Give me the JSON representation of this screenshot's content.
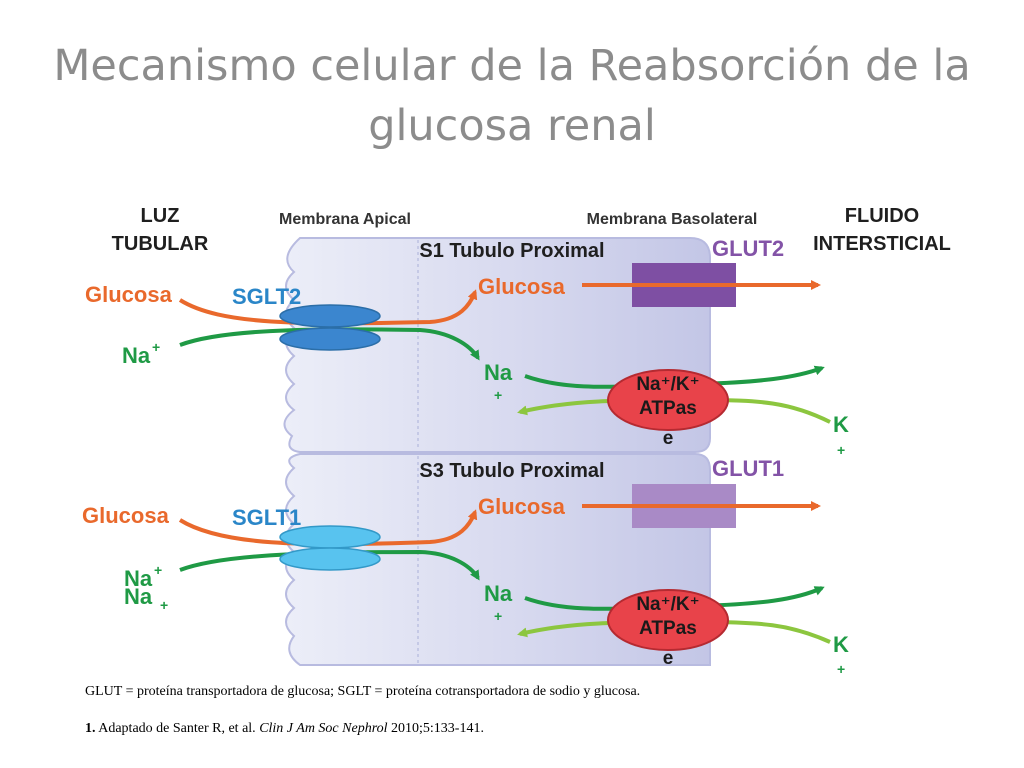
{
  "title_lines": [
    "Mecanismo celular de la Reabsorción de la",
    "glucosa renal"
  ],
  "diagram": {
    "luz_tubular": [
      "LUZ",
      "TUBULAR"
    ],
    "fluido_intersticial": [
      "FLUIDO",
      "INTERSTICIAL"
    ],
    "membrana_apical": "Membrana Apical",
    "membrana_basolateral": "Membrana Basolateral",
    "s1": {
      "segment": "S1 Tubulo Proximal",
      "glucosa_left": "Glucosa",
      "sglt": "SGLT2",
      "na_left": "Na",
      "na_left_sup": "+",
      "glucosa_inside": "Glucosa",
      "glut": "GLUT2",
      "na_inside": "Na",
      "na_inside_sup": "+",
      "pump": [
        "Na⁺/K⁺",
        "ATPas",
        "e"
      ],
      "k": "K",
      "k_sup": "+"
    },
    "s3": {
      "segment": "S3 Tubulo Proximal",
      "glucosa_left": "Glucosa",
      "sglt": "SGLT1",
      "na_left": "Na",
      "na_left_sup": "+",
      "na_left2": "Na",
      "na_left2_sup": "+",
      "glucosa_inside": "Glucosa",
      "glut": "GLUT1",
      "na_inside": "Na",
      "na_inside_sup": "+",
      "pump": [
        "Na⁺/K⁺",
        "ATPas",
        "e"
      ],
      "k": "K",
      "k_sup": "+"
    }
  },
  "footnote_definitions": "GLUT = proteína transportadora de glucosa; SGLT = proteína cotransportadora de sodio y glucosa.",
  "reference": {
    "number": "1.",
    "text_before": " Adaptado de Santer R, et al. ",
    "journal": "Clin J Am Soc Nephrol",
    "text_after": " 2010;5:133-141."
  },
  "colors": {
    "title": "#8c8c8c",
    "glucose_orange": "#e9692c",
    "sodium_green": "#1f9a45",
    "potassium_lightgreen": "#8cc63f",
    "sglt2_blue": "#3b86cf",
    "sglt1_lightblue": "#58c3ef",
    "glut2_purple": "#7e4fa3",
    "glut1_lightpurple": "#a98ac6",
    "pump_red": "#e8434a",
    "cell_lavender": "#d4d6ee"
  }
}
